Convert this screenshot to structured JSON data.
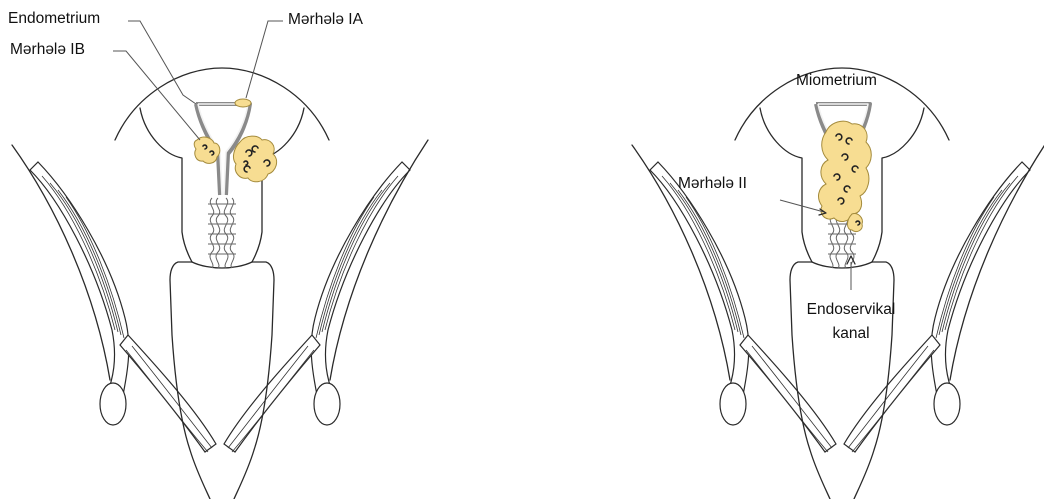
{
  "panels": [
    {
      "labels": {
        "endometrium": "Endometrium",
        "stage_ia": "Mərhələ IA",
        "stage_ib": "Mərhələ IB"
      }
    },
    {
      "labels": {
        "myometrium": "Miometrium",
        "stage_ii": "Mərhələ II",
        "endocervical_line1": "Endoservikal",
        "endocervical_line2": "kanal"
      }
    }
  ],
  "colors": {
    "tumor_fill": "#f7dd92",
    "tumor_stroke": "#a48b3c",
    "outline": "#2a2a2a",
    "cavity_lining": "#8a8a8a",
    "background": "#ffffff"
  }
}
